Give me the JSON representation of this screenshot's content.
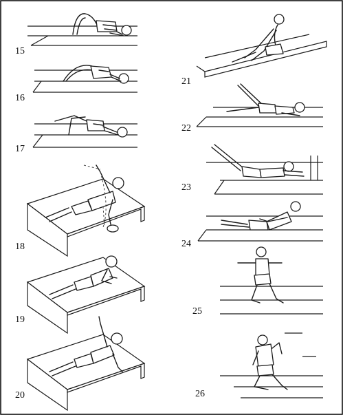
{
  "figure_numbers": {
    "f15": "15",
    "f16": "16",
    "f17": "17",
    "f18": "18",
    "f19": "19",
    "f20": "20",
    "f21": "21",
    "f22": "22",
    "f23": "23",
    "f24": "24",
    "f25": "25",
    "f26": "26"
  },
  "colors": {
    "ink": "#1a1a1a",
    "paper": "#ffffff"
  }
}
